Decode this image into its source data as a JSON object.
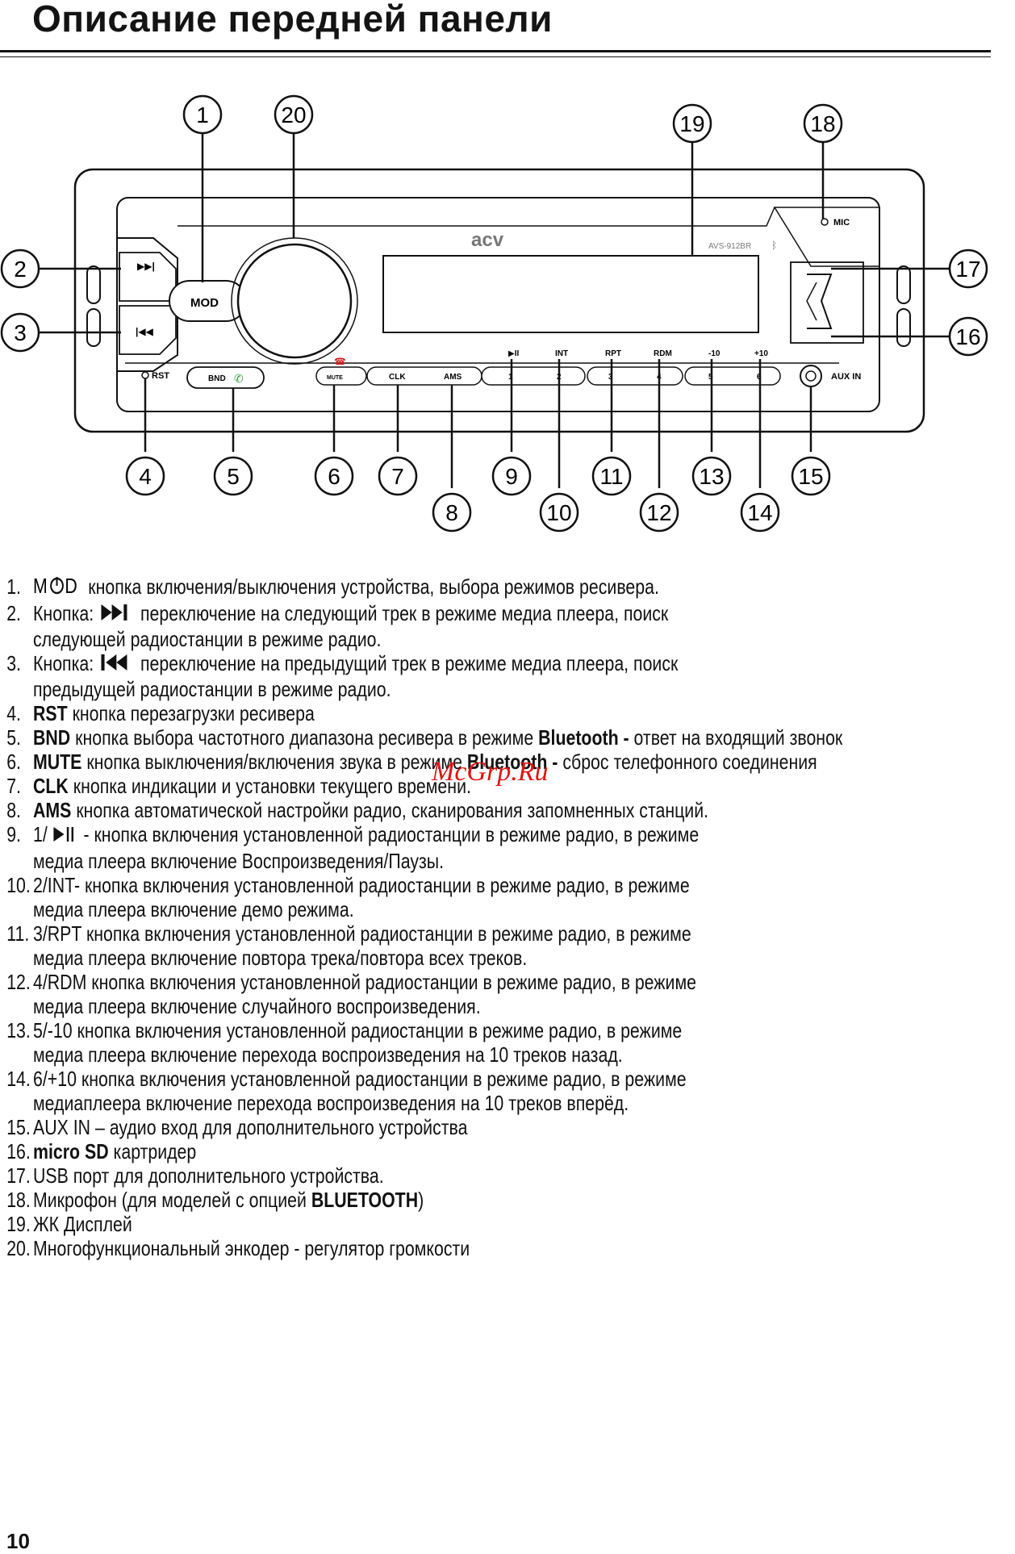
{
  "title": "Описание передней панели",
  "diagram": {
    "callouts": [
      "1",
      "20",
      "19",
      "18",
      "2",
      "3",
      "17",
      "16",
      "4",
      "5",
      "6",
      "7",
      "8",
      "9",
      "10",
      "11",
      "12",
      "13",
      "14",
      "15"
    ],
    "brand": "acv",
    "model": "AVS-912BR",
    "labels": {
      "mod": "MOD",
      "rst": "RST",
      "bnd": "BND",
      "mute": "MUTE",
      "clk": "CLK",
      "ams": "AMS",
      "int": "INT",
      "rpt": "RPT",
      "rdm": "RDM",
      "minus10": "-10",
      "plus10": "+10",
      "mic": "MIC",
      "aux": "AUX IN",
      "preset": [
        "1",
        "2",
        "3",
        "4",
        "5",
        "6"
      ]
    }
  },
  "items": [
    {
      "num": "1.",
      "text": "кнопка включения/выключения устройства, выбора режимов ресивера.",
      "icon": "mod-power-icon"
    },
    {
      "num": "2.",
      "pre": "Кнопка:",
      "text": "переключение на следующий трек в режиме медиа плеера, поиск",
      "cont": "следующей радиостанции в режиме радио.",
      "icon": "next-track-icon"
    },
    {
      "num": "3.",
      "pre": "Кнопка:",
      "text": "переключение на предыдущий трек в режиме медиа плеера, поиск",
      "cont": "предыдущей радиостанции в режиме радио.",
      "icon": "prev-track-icon"
    },
    {
      "num": "4.",
      "bold": "RST",
      "text": "кнопка перезагрузки ресивера"
    },
    {
      "num": "5.",
      "bold": "BND",
      "text": "кнопка выбора частотного диапазона ресивера в режиме",
      "bold2": "Bluetooth -",
      "text2": "ответ на входящий звонок"
    },
    {
      "num": "6.",
      "bold": "MUTE",
      "text": "кнопка выключения/включения звука в режиме",
      "bold2": "Bluetooth -",
      "text2": "сброс телефонного соединения"
    },
    {
      "num": "7.",
      "bold": "CLK",
      "text": "кнопка индикации и установки текущего времени."
    },
    {
      "num": "8.",
      "bold": "AMS",
      "text": "кнопка автоматической настройки радио, сканирования запомненных станций."
    },
    {
      "num": "9.",
      "pre": "1/",
      "text": "- кнопка включения установленной радиостанции в режиме радио, в режиме",
      "cont": "медиа плеера включение Воспроизведения/Паузы.",
      "icon": "play-pause-icon"
    },
    {
      "num": "10.",
      "text": "2/INT- кнопка включения установленной радиостанции в режиме радио, в режиме",
      "cont": "медиа плеера включение демо режима."
    },
    {
      "num": "11.",
      "text": "3/RPT кнопка включения установленной радиостанции в режиме радио, в режиме",
      "cont": "медиа плеера включение повтора трека/повтора всех треков."
    },
    {
      "num": "12.",
      "text": "4/RDM кнопка включения установленной радиостанции в режиме радио, в режиме",
      "cont": "медиа плеера включение случайного воспроизведения."
    },
    {
      "num": "13.",
      "text": "5/-10 кнопка включения установленной радиостанции в режиме радио, в режиме",
      "cont": "медиа плеера включение перехода воспроизведения на 10 треков назад."
    },
    {
      "num": "14.",
      "text": "6/+10 кнопка включения установленной радиостанции в режиме радио, в режиме",
      "cont": "медиаплеера включение перехода воспроизведения на 10 треков вперёд."
    },
    {
      "num": "15.",
      "text": "AUX IN – аудио вход для дополнительного устройства"
    },
    {
      "num": "16.",
      "bold": "micro SD",
      "text": "картридер"
    },
    {
      "num": "17.",
      "text": "USB порт для дополнительного устройства."
    },
    {
      "num": "18.",
      "text": "Микрофон (для моделей с опцией",
      "bold2": "BLUETOOTH",
      "text2": ")"
    },
    {
      "num": "19.",
      "text": "ЖК Дисплей"
    },
    {
      "num": "20.",
      "text": "Многофункциональный энкодер - регулятор громкости"
    }
  ],
  "watermark": "McGrp.Ru",
  "page_number": "10"
}
